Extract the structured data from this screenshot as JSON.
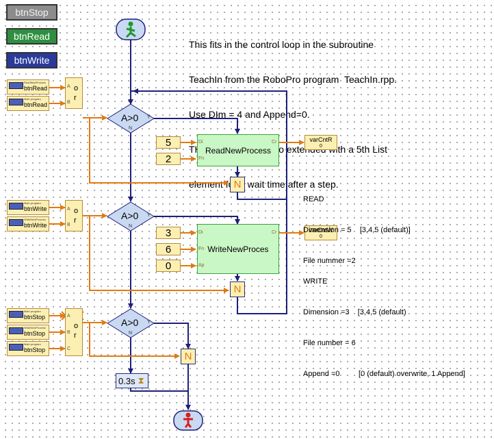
{
  "buttons": {
    "stop": "btnStop",
    "read": "btnRead",
    "write": "btnWrite"
  },
  "note": {
    "lines": [
      "This fits in the control loop in the subroutine",
      "TeachIn from the RoboPro program  TeachIn.rpp.",
      "Use DIm = 4 and Append=0.",
      "THe TeachIn can  also extended with a 5th List",
      "element for a wait time after a step."
    ]
  },
  "panels": [
    {
      "caption": "ReadNewProcess",
      "name": "btnRead"
    },
    {
      "caption": "Main program",
      "name": "btnRead"
    },
    {
      "caption": "Main program",
      "name": "btnWrite"
    },
    {
      "caption": "WriteNewProcess",
      "name": "btnWrite"
    },
    {
      "caption": "Main program",
      "name": "btnStop"
    },
    {
      "caption": "WriteNewProcess",
      "name": "btnStop"
    },
    {
      "caption": "Main program",
      "name": "btnStop"
    }
  ],
  "or_gates": [
    {
      "label": "o r",
      "pins": [
        "A",
        "B"
      ]
    },
    {
      "label": "o r",
      "pins": [
        "A",
        "B"
      ]
    },
    {
      "label": "o r",
      "pins": [
        "A",
        "B",
        "C"
      ]
    }
  ],
  "decisions": [
    {
      "label": "A>0",
      "yes": "Y",
      "no": "N"
    },
    {
      "label": "A>0",
      "yes": "Y",
      "no": "N"
    },
    {
      "label": "A>0",
      "yes": "Y",
      "no": "N"
    }
  ],
  "read_process": {
    "name": "ReadNewProcess",
    "pin_in1": "Di",
    "pin_in2": "Fn",
    "pin_out": "Cr",
    "const_dim": "5",
    "const_file": "2"
  },
  "write_process": {
    "name": "WriteNewProces",
    "pin_in1": "Di",
    "pin_in2": "Fn",
    "pin_in3": "Ap",
    "pin_out": "Cr",
    "const_dim": "3",
    "const_file": "6",
    "const_append": "0"
  },
  "merges": [
    "N",
    "N",
    "N"
  ],
  "vars": [
    {
      "name": "varCntR",
      "value": "0"
    },
    {
      "name": "varCntW",
      "value": "0"
    }
  ],
  "wait": {
    "label": "0.3s"
  },
  "read_info": {
    "heading": "READ",
    "dimension": "Dimension = 5    [3,4,5 (default)]",
    "file": "File nummer =2"
  },
  "write_info": {
    "heading": "WRITE",
    "dimension": "Dimension =3    [3,4,5 (default)",
    "file": "File number = 6",
    "append": "Append =0         [0 (default) overwrite, 1 Append]"
  },
  "colors": {
    "flow": "#1f1f7a",
    "data": "#e07a10",
    "decision": "#c9d9f2",
    "process": "#c9f7c5",
    "panel": "#fbefb2"
  }
}
